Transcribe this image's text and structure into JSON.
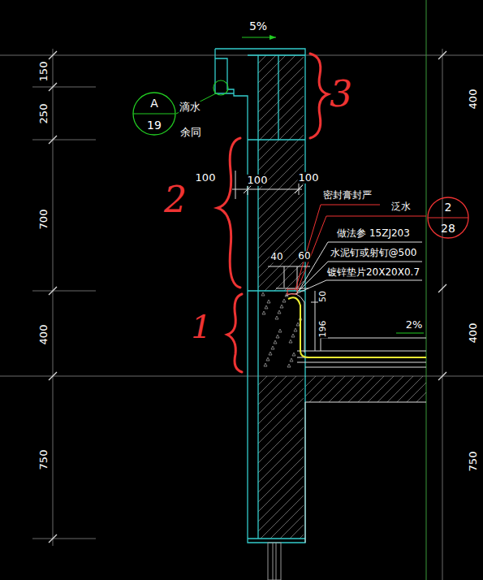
{
  "diagram": {
    "nodes": [
      {
        "text": [
          "A",
          "19"
        ]
      },
      {
        "text": [
          "2",
          "28"
        ]
      }
    ],
    "labels": [
      "5%",
      "150",
      "250",
      "700",
      "400",
      "750",
      "400",
      "400",
      "750",
      "滴水",
      "余同",
      "100",
      "100",
      "100",
      "密封膏封严",
      "泛水",
      "做法参 15ZJ203",
      "水泥钉或射钉@500",
      "镀锌垫片20X20X0.7",
      "40",
      "60",
      "50",
      "196",
      "2%",
      "1",
      "2",
      "3"
    ]
  }
}
